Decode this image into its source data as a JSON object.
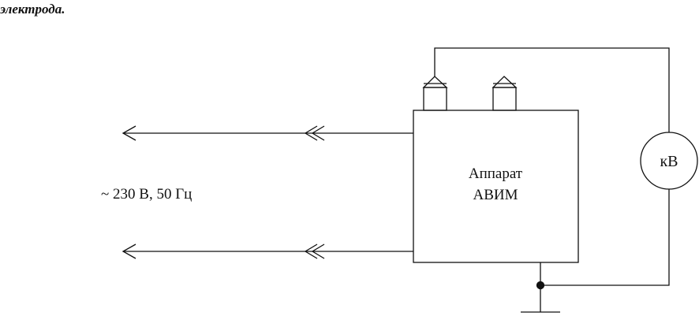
{
  "heading": "электрода.",
  "supply_label": "~ 230 В, 50 Гц",
  "device_label_line1": "Аппарат",
  "device_label_line2": "АВИМ",
  "meter_label": "кВ"
}
